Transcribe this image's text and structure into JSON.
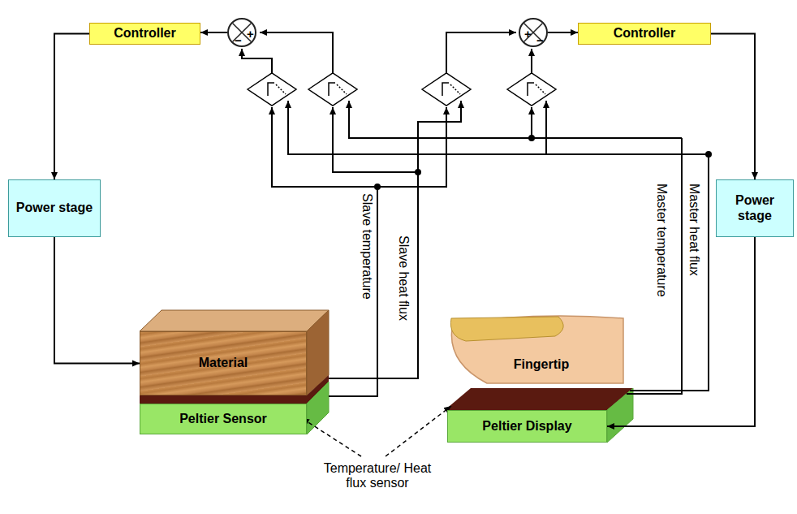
{
  "diagram": {
    "nodes": [
      {
        "text": [
          "Controller"
        ]
      },
      {
        "text": [
          "+",
          "−"
        ]
      },
      {
        "text": [
          "+",
          "−"
        ]
      },
      {
        "text": [
          "Controller"
        ]
      },
      {
        "text": [
          "Power stage"
        ]
      },
      {
        "text": [
          "Power stage"
        ]
      },
      {
        "text": [
          "Material"
        ]
      },
      {
        "text": [
          "Fingertip"
        ]
      },
      {
        "text": [
          "Peltier Sensor"
        ]
      },
      {
        "text": [
          "Peltier Display"
        ]
      }
    ],
    "edges": [
      {
        "from": 1,
        "to": 0,
        "arrow": "to"
      },
      {
        "from": 0,
        "to": 4,
        "arrow": "to"
      },
      {
        "from": 4,
        "to": 6,
        "arrow": "to"
      },
      {
        "from": 2,
        "to": 3,
        "arrow": "to"
      },
      {
        "from": 3,
        "to": 5,
        "arrow": "to"
      },
      {
        "from": 5,
        "to": 9,
        "arrow": "to"
      }
    ],
    "labels": [
      "Slave temperature",
      "Slave heat flux",
      "Master temperature",
      "Master heat flux",
      "Temperature/ Heat flux sensor"
    ]
  }
}
